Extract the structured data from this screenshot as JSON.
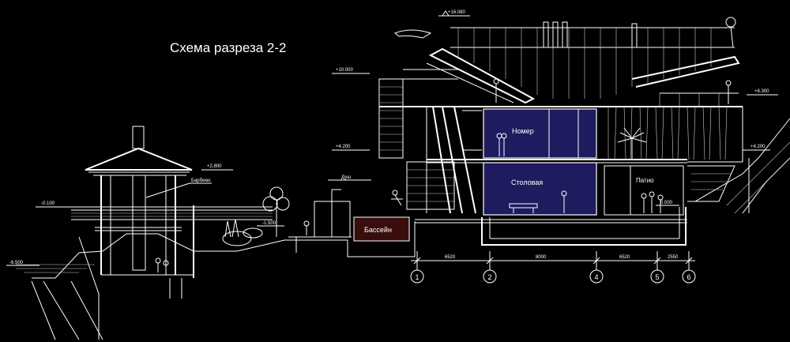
{
  "title": "Схема разреза 2-2",
  "rooms": {
    "nomer": "Номер",
    "stolovaya": "Столовая",
    "patio": "Патио",
    "bassein": "Бассейн"
  },
  "notes": {
    "barbekyu": "Барбекю",
    "dush": "Душ"
  },
  "levels": {
    "top": "+16.080",
    "l10": "+10.000",
    "l8": "+8.300",
    "l42a": "+4.200",
    "l42b": "+4.200",
    "l28": "+2.800",
    "lm1": "-0.100",
    "lm15": "-1.500",
    "lm65": "-6.500",
    "l0": "0.000"
  },
  "axes": {
    "labels": [
      "1",
      "2",
      "4",
      "5",
      "6"
    ],
    "spans": [
      "6520",
      "8000",
      "6520",
      "2550"
    ]
  },
  "colors": {
    "background": "#000000",
    "lines": "#ffffff",
    "room_fill": "#1e1b5e",
    "pool_fill": "#3a0d0d"
  }
}
